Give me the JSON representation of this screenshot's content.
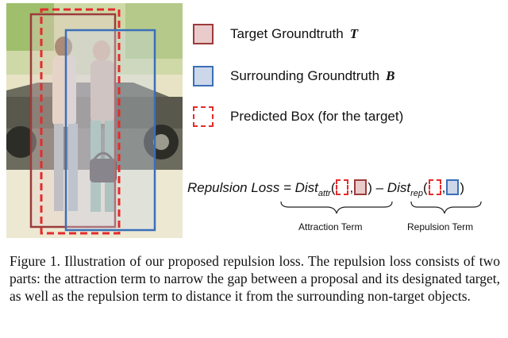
{
  "legend": {
    "target_label": "Target Groundtruth",
    "target_symbol": "T",
    "surrounding_label": "Surrounding Groundtruth",
    "surrounding_symbol": "B",
    "predicted_label": "Predicted Box (for the target)"
  },
  "formula": {
    "lhs": "Repulsion Loss = ",
    "attr_dist": "Dist",
    "attr_sub": "attr",
    "minus": " – ",
    "rep_dist": "Dist",
    "rep_sub": "rep",
    "open_paren": "(",
    "comma": ",",
    "close_paren": ")"
  },
  "terms": {
    "attraction": "Attraction Term",
    "repulsion": "Repulsion Term"
  },
  "caption": "Figure 1. Illustration of our proposed repulsion loss. The repulsion loss consists of two parts: the attraction term to narrow the gap between a proposal and its designated target, as well as the repulsion term to distance it from the surrounding non-target objects.",
  "colors": {
    "target": "#9c3b3b",
    "surrounding": "#3b6fb8",
    "predicted": "#e52b2b"
  }
}
